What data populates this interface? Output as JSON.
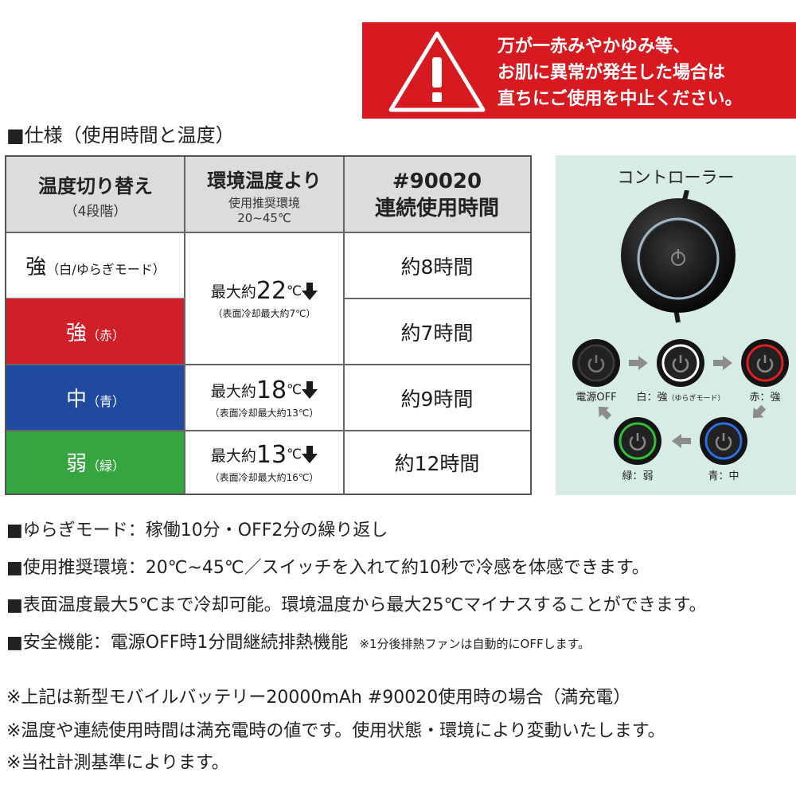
{
  "warning": {
    "lines": [
      "万が一赤みやかゆみ等、",
      "お肌に異常が発生した場合は",
      "直ちにご使用を中止ください。"
    ],
    "color": "#d71920"
  },
  "section_title": "■仕様（使用時間と温度）",
  "table": {
    "headers": [
      {
        "main": "温度切り替え",
        "sub": "（4段階）"
      },
      {
        "main": "環境温度より",
        "sub": "使用推奨環境",
        "sub2": "20~45℃"
      },
      {
        "main": "#90020",
        "main2": "連続使用時間"
      }
    ],
    "modes": [
      {
        "label": "強",
        "sub": "（白/ゆらぎモード）",
        "color": "#ffffff",
        "text_color": "#1a1a1a"
      },
      {
        "label": "強",
        "sub": "（赤）",
        "color": "#d02027",
        "text_color": "#ffffff"
      },
      {
        "label": "中",
        "sub": "（青）",
        "color": "#1f4aa0",
        "text_color": "#ffffff"
      },
      {
        "label": "弱",
        "sub": "（緑）",
        "color": "#34a53f",
        "text_color": "#ffffff"
      }
    ],
    "temps": [
      {
        "prefix": "最大約",
        "value": "22",
        "unit": "℃",
        "note": "（表面冷却最大約7℃）"
      },
      {
        "prefix": "最大約",
        "value": "18",
        "unit": "℃",
        "note": "（表面冷却最大約13℃）"
      },
      {
        "prefix": "最大約",
        "value": "13",
        "unit": "℃",
        "note": "（表面冷却最大約16℃）"
      }
    ],
    "times": [
      "約8時間",
      "約7時間",
      "約9時間",
      "約12時間"
    ]
  },
  "controller": {
    "title": "コントローラー",
    "states": [
      {
        "label": "電源OFF",
        "ring": "#3a3a3a"
      },
      {
        "label": "白：強",
        "label_small": "（ゆらぎモード）",
        "ring": "#ffffff"
      },
      {
        "label": "赤：強",
        "ring": "#e02020"
      },
      {
        "label": "青：中",
        "ring": "#2d6fe0"
      },
      {
        "label": "緑：弱",
        "ring": "#2fbf3a"
      }
    ]
  },
  "bullets": [
    {
      "text": "■ゆらぎモード：稼働10分・OFF2分の繰り返し"
    },
    {
      "text": "■使用推奨環境：20℃~45℃／スイッチを入れて約10秒で冷感を体感できます。"
    },
    {
      "text": "■表面温度最大5℃まで冷却可能。環境温度から最大25℃マイナスすることができます。"
    },
    {
      "text": "■安全機能：電源OFF時1分間継続排熱機能",
      "small": "※1分後排熱ファンは自動的にOFFします。"
    }
  ],
  "notes": [
    "※上記は新型モバイルバッテリー20000mAh #90020使用時の場合（満充電）",
    "※温度や連続使用時間は満充電時の値です。使用状態・環境により変動いたします。",
    "※当社計測基準によります。"
  ]
}
